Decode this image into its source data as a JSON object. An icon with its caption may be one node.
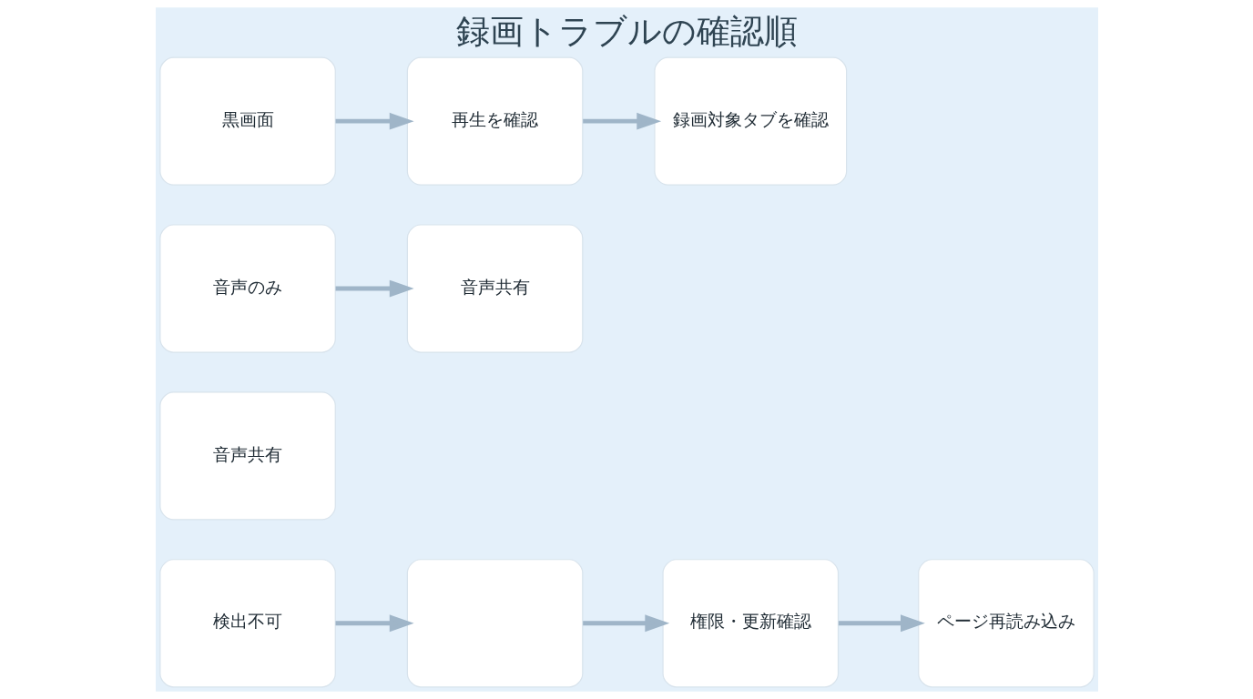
{
  "diagram": {
    "title": "録画トラブルの確認順",
    "nodes": [
      {
        "text": [
          "黒画面"
        ]
      },
      {
        "text": [
          "再生を確認"
        ]
      },
      {
        "text": [
          "録画対象タブを確認"
        ]
      },
      {
        "text": [
          "音声のみ"
        ]
      },
      {
        "text": [
          "音声共有"
        ]
      },
      {
        "text": [
          "音声共有"
        ]
      },
      {
        "text": [
          "検出不可"
        ]
      },
      {
        "text": [],
        "shape": "box"
      },
      {
        "text": [
          "権限・更新確認"
        ]
      },
      {
        "text": [
          "ページ再読み込み"
        ]
      }
    ],
    "edges": [
      {
        "from": 0,
        "to": 1,
        "arrow": "to"
      },
      {
        "from": 1,
        "to": 2,
        "arrow": "to"
      },
      {
        "from": 3,
        "to": 4,
        "arrow": "to"
      },
      {
        "from": 6,
        "to": 7,
        "arrow": "to"
      },
      {
        "from": 7,
        "to": 8,
        "arrow": "to"
      },
      {
        "from": 8,
        "to": 9,
        "arrow": "to"
      }
    ]
  }
}
